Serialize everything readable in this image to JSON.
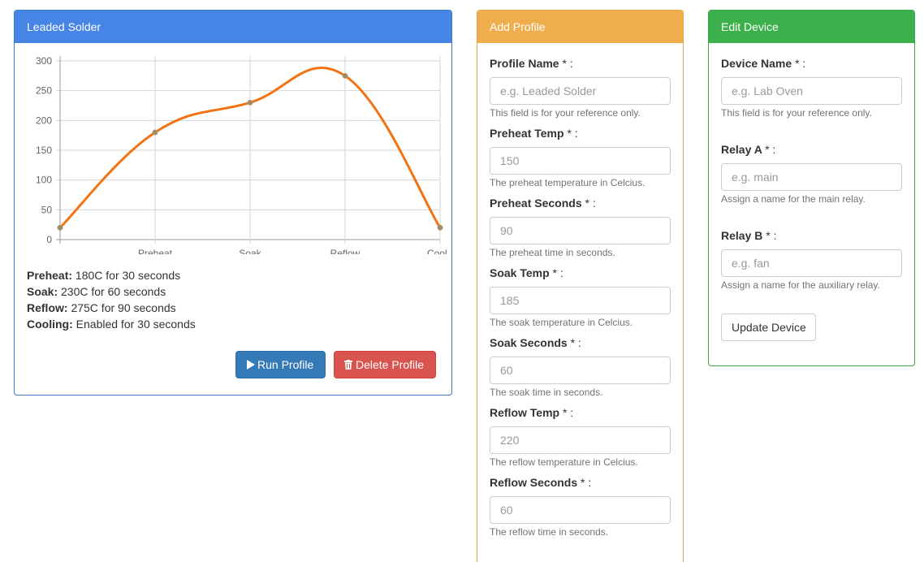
{
  "profile_panel": {
    "title": "Leaded Solder",
    "summary": {
      "preheat_label": "Preheat:",
      "preheat_value": "180C for 30 seconds",
      "soak_label": "Soak:",
      "soak_value": "230C for 60 seconds",
      "reflow_label": "Reflow:",
      "reflow_value": "275C for 90 seconds",
      "cooling_label": "Cooling:",
      "cooling_value": "Enabled for 30 seconds"
    },
    "run_button": "Run Profile",
    "delete_button": "Delete Profile"
  },
  "chart_data": {
    "type": "line",
    "categories": [
      "",
      "Preheat",
      "Soak",
      "Reflow",
      "Cool"
    ],
    "series": [
      {
        "values": [
          20,
          180,
          230,
          275,
          20
        ],
        "color": "#f27314"
      }
    ],
    "y_ticks": [
      "0",
      "50",
      "100",
      "150",
      "200",
      "250",
      "300"
    ],
    "ylim": [
      0,
      300
    ],
    "grid": true,
    "smooth": true
  },
  "add_profile": {
    "title": "Add Profile",
    "required_mark": "* :",
    "fields": [
      {
        "label": "Profile Name",
        "placeholder": "e.g. Leaded Solder",
        "help": "This field is for your reference only."
      },
      {
        "label": "Preheat Temp",
        "placeholder": "150",
        "help": "The preheat temperature in Celcius."
      },
      {
        "label": "Preheat Seconds",
        "placeholder": "90",
        "help": "The preheat time in seconds."
      },
      {
        "label": "Soak Temp",
        "placeholder": "185",
        "help": "The soak temperature in Celcius."
      },
      {
        "label": "Soak Seconds",
        "placeholder": "60",
        "help": "The soak time in seconds."
      },
      {
        "label": "Reflow Temp",
        "placeholder": "220",
        "help": "The reflow temperature in Celcius."
      },
      {
        "label": "Reflow Seconds",
        "placeholder": "60",
        "help": "The reflow time in seconds."
      }
    ]
  },
  "edit_device": {
    "title": "Edit Device",
    "required_mark": "* :",
    "fields": [
      {
        "label": "Device Name",
        "placeholder": "e.g. Lab Oven",
        "help": "This field is for your reference only."
      },
      {
        "label": "Relay A",
        "placeholder": "e.g. main",
        "help": "Assign a name for the main relay."
      },
      {
        "label": "Relay B",
        "placeholder": "e.g. fan",
        "help": "Assign a name for the auxiliary relay."
      }
    ],
    "update_button": "Update Device"
  },
  "icons": {
    "run": "play-icon",
    "delete": "trash-icon"
  }
}
